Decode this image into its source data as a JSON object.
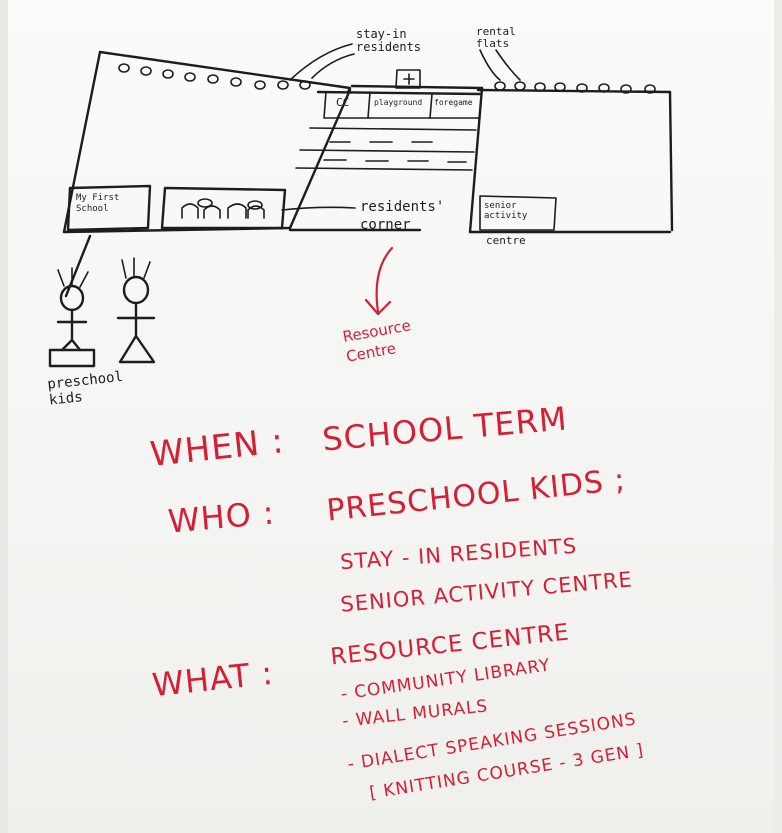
{
  "sketch": {
    "labels": {
      "stay_in_residents": "stay-in residents",
      "rental_flats": "rental flats",
      "cc": "CC",
      "playground": "playground",
      "foregame": "foregame",
      "preschool_building": "My First School",
      "residents_corner": "residents' corner",
      "senior_activity": "senior activity",
      "centre": "centre",
      "preschool_kids": "preschool kids",
      "resource_centre": "Resource Centre"
    }
  },
  "notes": {
    "when_label": "WHEN :",
    "when_value": "SCHOOL TERM",
    "who_label": "WHO :",
    "who_values": [
      "PRESCHOOL KIDS ;",
      "STAY - IN RESIDENTS",
      "SENIOR ACTIVITY CENTRE"
    ],
    "what_label": "WHAT :",
    "what_title": "RESOURCE CENTRE",
    "what_items": [
      "- COMMUNITY LIBRARY",
      "- WALL MURALS",
      "- DIALECT SPEAKING SESSIONS",
      "[ KNITTING COURSE - 3 GEN ]"
    ]
  },
  "colors": {
    "ink": "#1d1d1d",
    "marker_red": "#d41f35",
    "paper": "#f7f7f5"
  }
}
